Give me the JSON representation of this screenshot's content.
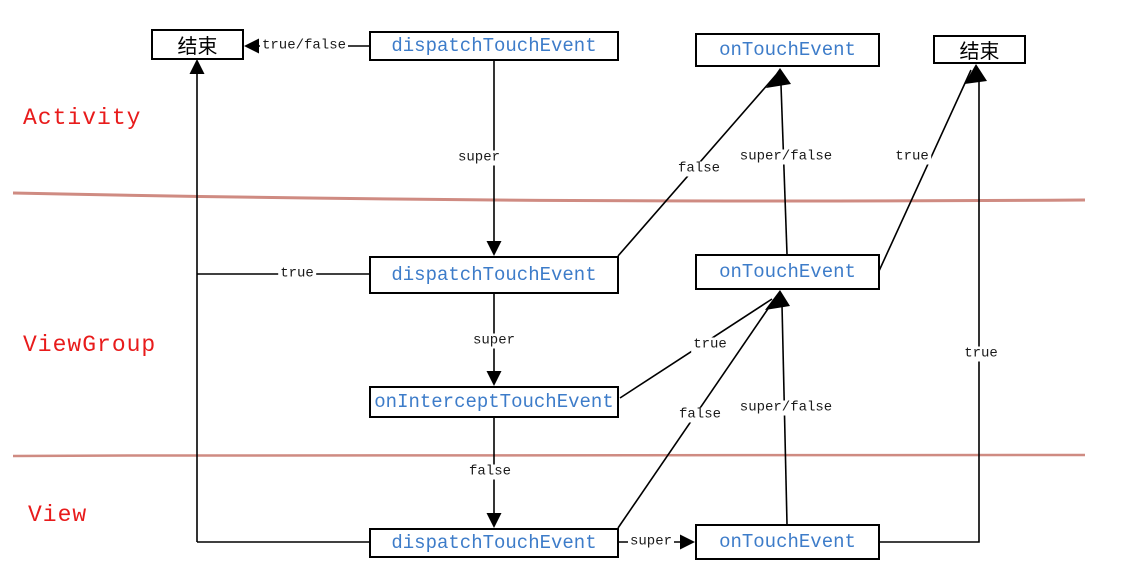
{
  "diagram": {
    "type": "flow-diagram",
    "subject": "Android touch event dispatch flow",
    "layers": [
      {
        "label": "Activity"
      },
      {
        "label": "ViewGroup"
      },
      {
        "label": "View"
      }
    ],
    "nodes": {
      "end_left": "结束",
      "dispatch_activity": "dispatchTouchEvent",
      "ontouch_activity": "onTouchEvent",
      "end_right": "结束",
      "dispatch_viewgroup": "dispatchTouchEvent",
      "ontouch_viewgroup": "onTouchEvent",
      "onintercept_viewgroup": "onInterceptTouchEvent",
      "dispatch_view": "dispatchTouchEvent",
      "ontouch_view": "onTouchEvent"
    },
    "edge_labels": {
      "tf_activity_end": "true/false",
      "super_activity_dispatch": "super",
      "false_vg_to_activity_ontouch": "false",
      "superfalse_vg_to_activity": "super/false",
      "true_vg_ontouch_to_end": "true",
      "true_vg_dispatch_return": "true",
      "super_vg_dispatch": "super",
      "true_intercept_to_ontouch": "true",
      "false_intercept_to_dispatch": "false",
      "false_view_to_vg_ontouch": "false",
      "superfalse_view_to_vg": "super/false",
      "true_view_ontouch_to_end": "true",
      "super_view_dispatch": "super"
    },
    "colors": {
      "node_text_blue": "#3d7cc9",
      "node_text_black": "#000000",
      "layer_label_red": "#e81b1b",
      "divider_red": "#cf8b82",
      "line_black": "#000000"
    }
  }
}
